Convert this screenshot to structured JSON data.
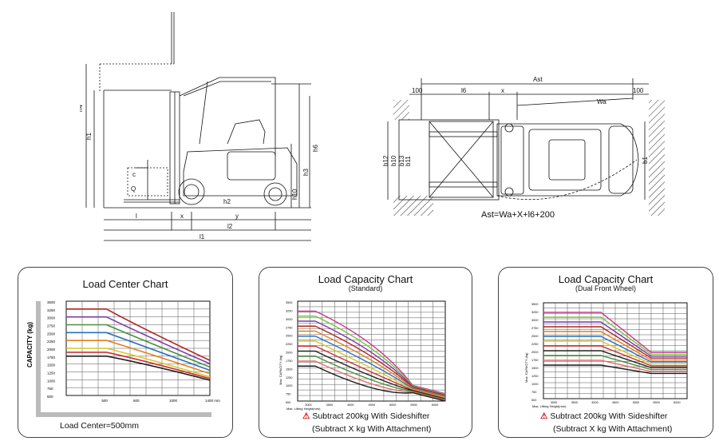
{
  "side_view": {
    "dims": {
      "h4": "h4",
      "h1": "h1",
      "h6": "h6",
      "h3": "h3",
      "h2": "h2",
      "h10": "h10",
      "l": "l",
      "x": "x",
      "y": "y",
      "l2": "l2",
      "l1": "l1",
      "c": "c",
      "q": "Q"
    }
  },
  "top_view": {
    "ast": "Ast",
    "d100_left": "100",
    "d100_right": "100",
    "l6": "l6",
    "x": "x",
    "wa": "Wa",
    "b12": "b12",
    "b10": "b10",
    "b13": "b13",
    "b11": "b11",
    "b1": "b1",
    "formula": "Ast=Wa+X+l6+200"
  },
  "panels": [
    {
      "title": "Load Center Chart",
      "subtitle": "",
      "ylabel": "CAPACITY (kg)",
      "footer": "Load Center=500mm",
      "yticks": [
        "3500",
        "3250",
        "3000",
        "2750",
        "2500",
        "2250",
        "2000",
        "1750",
        "1500",
        "1250",
        "1000",
        "750",
        "500"
      ],
      "xticks": [
        "500",
        "600",
        "1000",
        "1400 mm"
      ],
      "colors": [
        "#b22222",
        "#7c3aa6",
        "#4a8f3a",
        "#2a6fc0",
        "#e07f1c",
        "#d9c52b",
        "#cc3333",
        "#222222"
      ]
    },
    {
      "title": "Load Capacity Chart",
      "subtitle": "(Standard)",
      "ylabel": "Max. CAPACITY (kg)",
      "xlabel": "Max. Lifting Height(mm)",
      "yticks": [
        "3500",
        "3250",
        "3000",
        "2750",
        "2500",
        "2250",
        "2000",
        "1750",
        "1500",
        "1250",
        "1000",
        "750",
        "500"
      ],
      "xticks": [
        "3000",
        "3500",
        "4000",
        "4500",
        "5000",
        "5500",
        "6000"
      ],
      "warn1": "Subtract 200kg With Sideshifter",
      "warn2": "(Subtract X kg With Attachment)"
    },
    {
      "title": "Load Capacity Chart",
      "subtitle": "(Dual Front Wheel)",
      "ylabel": "Max. CAPACITY (kg)",
      "xlabel": "Max. Lifting Height(mm)",
      "yticks": [
        "3500",
        "3250",
        "3000",
        "2750",
        "2500",
        "2250",
        "2000",
        "1750",
        "1500",
        "1250",
        "1000",
        "750",
        "500"
      ],
      "xticks": [
        "3000",
        "3500",
        "4000",
        "4500",
        "5000",
        "5500",
        "6000"
      ],
      "warn1": "Subtract 200kg With Sideshifter",
      "warn2": "(Subtract X kg With Attachment)"
    }
  ]
}
